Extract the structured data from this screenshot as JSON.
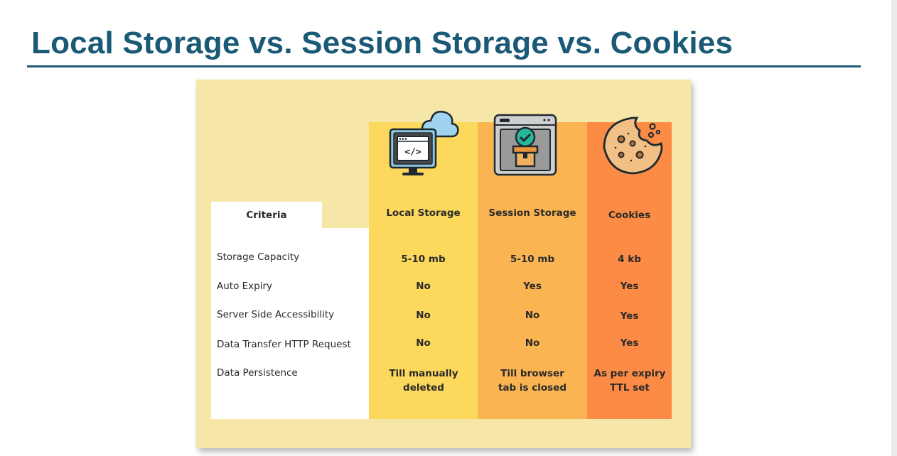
{
  "slide": {
    "title": "Local Storage vs. Session Storage vs. Cookies"
  },
  "icons": [
    "local-storage-cloud-code-icon",
    "session-storage-browser-check-icon",
    "cookie-icon"
  ],
  "table": {
    "headers": [
      "Criteria",
      "Local Storage",
      "Session Storage",
      "Cookies"
    ],
    "rows": [
      {
        "label": "Storage Capacity",
        "local": "5-10 mb",
        "session": "5-10 mb",
        "cookies": "4 kb"
      },
      {
        "label": "Auto Expiry",
        "local": "No",
        "session": "Yes",
        "cookies": "Yes"
      },
      {
        "label": "Server Side Accessibility",
        "local": "No",
        "session": "No",
        "cookies": "Yes"
      },
      {
        "label": "Data Transfer HTTP Request",
        "local": "No",
        "session": "No",
        "cookies": "Yes"
      },
      {
        "label": "Data Persistence",
        "local": "Till manually deleted",
        "session": "Till browser tab is closed",
        "cookies": "As per expiry TTL set"
      }
    ]
  },
  "colors": {
    "title": "#1a5a77",
    "panel": "#f6e6a8",
    "local_column": "#fcd95c",
    "session_column": "#fbb452",
    "cookies_column": "#fc8c45"
  }
}
